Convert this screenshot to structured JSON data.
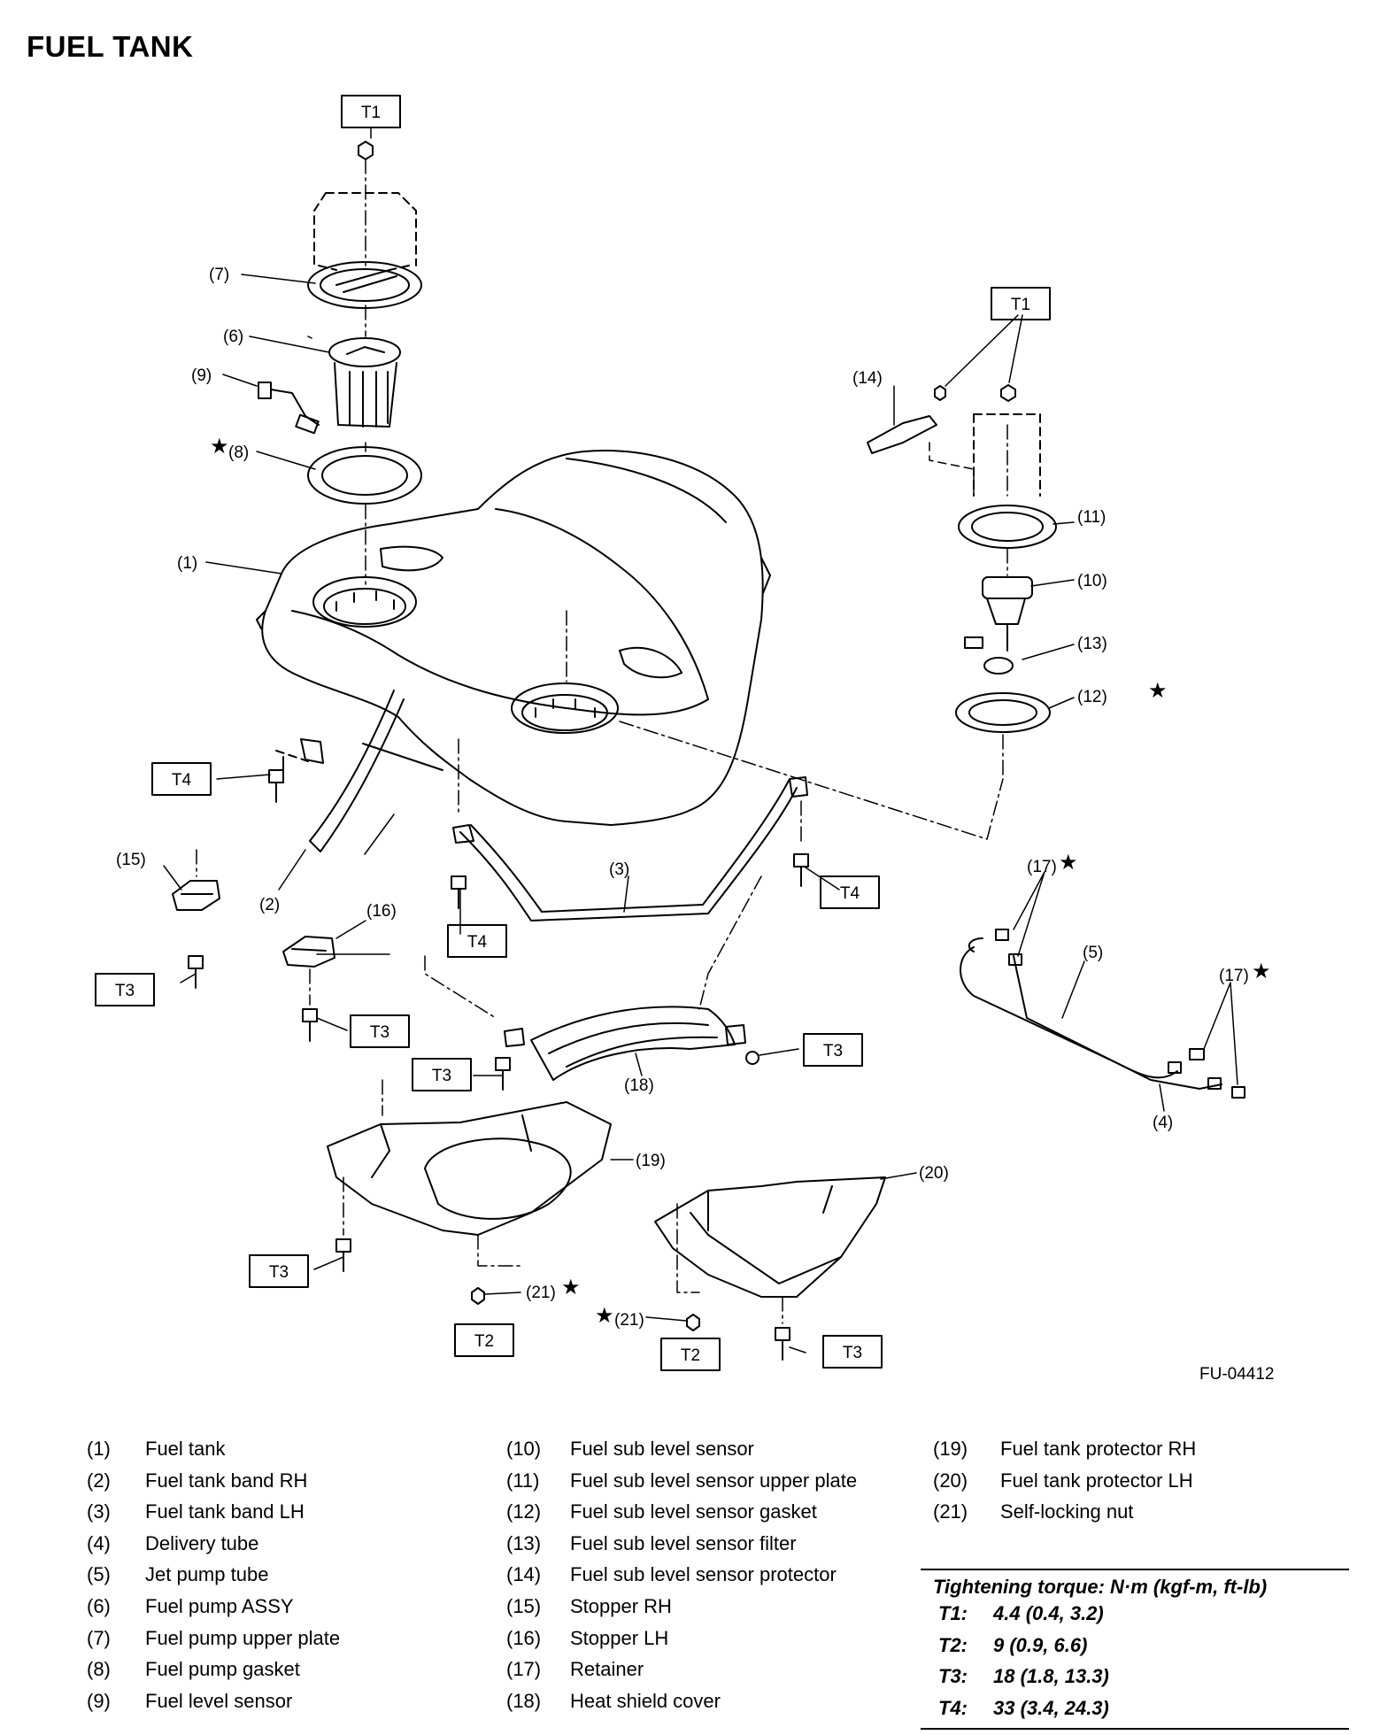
{
  "page_title": "FUEL TANK",
  "figure_id": "FU-04412",
  "diagram": {
    "callouts": {
      "c1": "(1)",
      "c2": "(2)",
      "c3": "(3)",
      "c4": "(4)",
      "c5": "(5)",
      "c6": "(6)",
      "c7": "(7)",
      "c8": "(8)",
      "c9": "(9)",
      "c10": "(10)",
      "c11": "(11)",
      "c12": "(12)",
      "c13": "(13)",
      "c14": "(14)",
      "c15": "(15)",
      "c16": "(16)",
      "c17a": "(17)",
      "c17b": "(17)",
      "c18": "(18)",
      "c19": "(19)",
      "c20": "(20)",
      "c21a": "(21)",
      "c21b": "(21)"
    },
    "star": "★",
    "torque_tags": {
      "t1a": "T1",
      "t1b": "T1",
      "t4a": "T4",
      "t4b": "T4",
      "t4c": "T4",
      "t3a": "T3",
      "t3b": "T3",
      "t3c": "T3",
      "t3d": "T3",
      "t3e": "T3",
      "t3f": "T3",
      "t2a": "T2",
      "t2b": "T2"
    }
  },
  "legend": [
    [
      {
        "num": "(1)",
        "name": "Fuel tank"
      },
      {
        "num": "(2)",
        "name": "Fuel tank band RH"
      },
      {
        "num": "(3)",
        "name": "Fuel tank band LH"
      },
      {
        "num": "(4)",
        "name": "Delivery tube"
      },
      {
        "num": "(5)",
        "name": "Jet pump tube"
      },
      {
        "num": "(6)",
        "name": "Fuel pump ASSY"
      },
      {
        "num": "(7)",
        "name": "Fuel pump upper plate"
      },
      {
        "num": "(8)",
        "name": "Fuel pump gasket"
      },
      {
        "num": "(9)",
        "name": "Fuel level sensor"
      }
    ],
    [
      {
        "num": "(10)",
        "name": "Fuel sub level sensor"
      },
      {
        "num": "(11)",
        "name": "Fuel sub level sensor upper plate"
      },
      {
        "num": "(12)",
        "name": "Fuel sub level sensor gasket"
      },
      {
        "num": "(13)",
        "name": "Fuel sub level sensor filter"
      },
      {
        "num": "(14)",
        "name": "Fuel sub level sensor protector"
      },
      {
        "num": "(15)",
        "name": "Stopper RH"
      },
      {
        "num": "(16)",
        "name": "Stopper LH"
      },
      {
        "num": "(17)",
        "name": "Retainer"
      },
      {
        "num": "(18)",
        "name": "Heat shield cover"
      }
    ],
    [
      {
        "num": "(19)",
        "name": "Fuel tank protector RH"
      },
      {
        "num": "(20)",
        "name": "Fuel tank protector LH"
      },
      {
        "num": "(21)",
        "name": "Self-locking nut"
      }
    ]
  ],
  "torque_table": {
    "title": "Tightening torque: N·m (kgf-m, ft-lb)",
    "rows": [
      {
        "code": "T1:",
        "value": "4.4 (0.4, 3.2)"
      },
      {
        "code": "T2:",
        "value": "9 (0.9, 6.6)"
      },
      {
        "code": "T3:",
        "value": "18 (1.8, 13.3)"
      },
      {
        "code": "T4:",
        "value": "33 (3.4, 24.3)"
      }
    ]
  }
}
